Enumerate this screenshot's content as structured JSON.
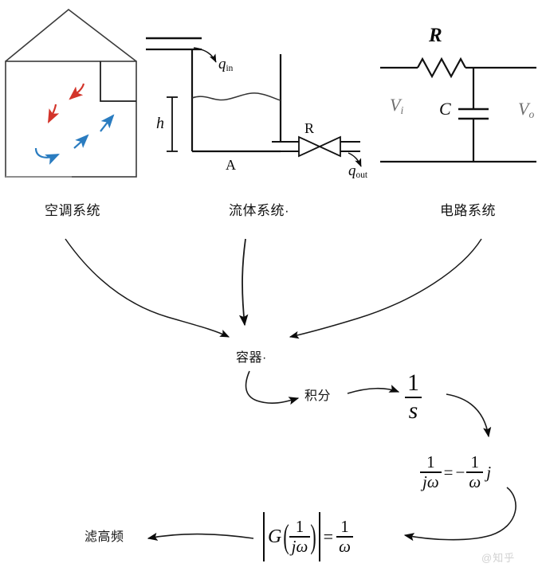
{
  "figure": {
    "title_alt": "Analogy of thermal, fluid and electrical first-order systems leading to integrator 1/s and high-frequency filtering",
    "watermark": "@知乎"
  },
  "systems": [
    {
      "id": "hvac",
      "label": "空调系统",
      "icon": "house-icon",
      "arrows_red": 2,
      "arrows_blue": 3,
      "red_color": "#d3342a",
      "blue_color": "#2a7cc0"
    },
    {
      "id": "fluid",
      "label": "流体系统·",
      "icon": "tank-icon",
      "annotations": {
        "inflow": "q",
        "inflow_sub": "in",
        "height": "h",
        "area": "A",
        "resistance": "R",
        "outflow": "q",
        "outflow_sub": "out"
      }
    },
    {
      "id": "circuit",
      "label": "电路系统",
      "icon": "rc-circuit-icon",
      "annotations": {
        "resistor": "R",
        "capacitor": "C",
        "input_voltage": "V",
        "input_sub": "i",
        "output_voltage": "V",
        "output_sub": "o"
      }
    }
  ],
  "flow": {
    "node_capacitive": "容器·",
    "node_integral": "积分",
    "node_filter": "滤高频"
  },
  "formulas": {
    "integrator": {
      "num": "1",
      "den": "s"
    },
    "jomega_lhs": {
      "num": "1",
      "den": "jω"
    },
    "jomega_eq": "=",
    "jomega_minus": "−",
    "jomega_rhs": {
      "num": "1",
      "den": "ω"
    },
    "jomega_j": "j",
    "gain_g": "G",
    "gain_inner": {
      "num": "1",
      "den": "jω"
    },
    "gain_eq": "=",
    "gain_rhs": {
      "num": "1",
      "den": "ω"
    }
  },
  "colors": {
    "ink": "#0b0b0b",
    "line": "#2b2b2b",
    "red_arrow": "#d3342a",
    "blue_arrow": "#2a7cc0",
    "watermark": "#c9c9c9"
  }
}
